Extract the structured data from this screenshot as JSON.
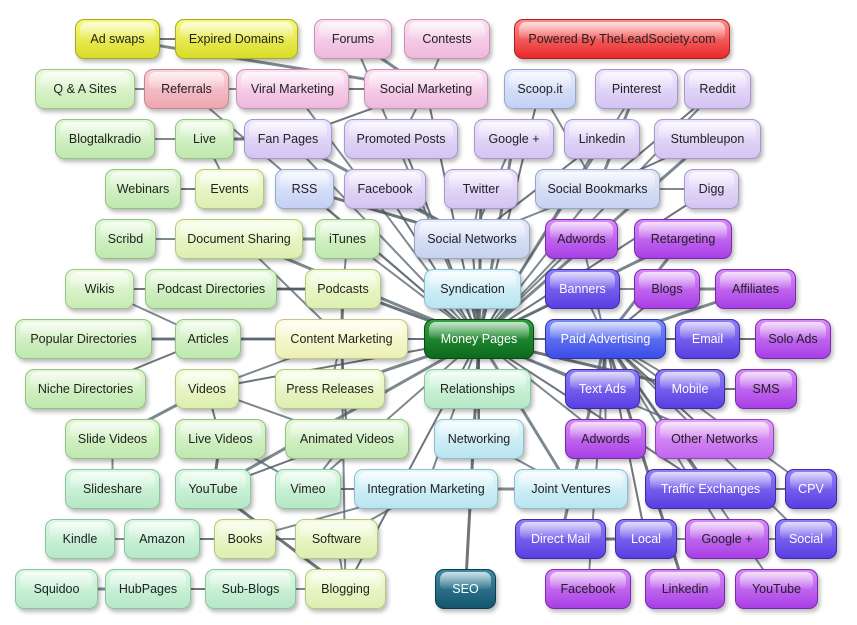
{
  "nodes": [
    {
      "id": "ad_swaps",
      "label": "Ad swaps"
    },
    {
      "id": "expired_domains",
      "label": "Expired Domains"
    },
    {
      "id": "forums",
      "label": "Forums"
    },
    {
      "id": "contests",
      "label": "Contests"
    },
    {
      "id": "powered_by",
      "label": "Powered By TheLeadSociety.com"
    },
    {
      "id": "qa_sites",
      "label": "Q & A Sites"
    },
    {
      "id": "referrals",
      "label": "Referrals"
    },
    {
      "id": "viral_marketing",
      "label": "Viral Marketing"
    },
    {
      "id": "social_marketing",
      "label": "Social Marketing"
    },
    {
      "id": "scoopit",
      "label": "Scoop.it"
    },
    {
      "id": "pinterest",
      "label": "Pinterest"
    },
    {
      "id": "reddit",
      "label": "Reddit"
    },
    {
      "id": "blogtalkradio",
      "label": "Blogtalkradio"
    },
    {
      "id": "live",
      "label": "Live"
    },
    {
      "id": "fan_pages",
      "label": "Fan Pages"
    },
    {
      "id": "promoted_posts",
      "label": "Promoted Posts"
    },
    {
      "id": "google_plus_top",
      "label": "Google +"
    },
    {
      "id": "linkedin_top",
      "label": "Linkedin"
    },
    {
      "id": "stumbleupon",
      "label": "Stumbleupon"
    },
    {
      "id": "webinars",
      "label": "Webinars"
    },
    {
      "id": "events",
      "label": "Events"
    },
    {
      "id": "rss",
      "label": "RSS"
    },
    {
      "id": "facebook_top",
      "label": "Facebook"
    },
    {
      "id": "twitter",
      "label": "Twitter"
    },
    {
      "id": "social_bookmarks",
      "label": "Social Bookmarks"
    },
    {
      "id": "digg",
      "label": "Digg"
    },
    {
      "id": "scribd",
      "label": "Scribd"
    },
    {
      "id": "document_sharing",
      "label": "Document Sharing"
    },
    {
      "id": "itunes",
      "label": "iTunes"
    },
    {
      "id": "social_networks",
      "label": "Social Networks"
    },
    {
      "id": "adwords_top",
      "label": "Adwords"
    },
    {
      "id": "retargeting",
      "label": "Retargeting"
    },
    {
      "id": "wikis",
      "label": "Wikis"
    },
    {
      "id": "podcast_directories",
      "label": "Podcast Directories"
    },
    {
      "id": "podcasts",
      "label": "Podcasts"
    },
    {
      "id": "syndication",
      "label": "Syndication"
    },
    {
      "id": "banners",
      "label": "Banners"
    },
    {
      "id": "blogs",
      "label": "Blogs"
    },
    {
      "id": "affiliates",
      "label": "Affiliates"
    },
    {
      "id": "popular_directories",
      "label": "Popular Directories"
    },
    {
      "id": "articles",
      "label": "Articles"
    },
    {
      "id": "content_marketing",
      "label": "Content Marketing"
    },
    {
      "id": "money_pages",
      "label": "Money Pages"
    },
    {
      "id": "paid_advertising",
      "label": "Paid Advertising"
    },
    {
      "id": "email",
      "label": "Email"
    },
    {
      "id": "solo_ads",
      "label": "Solo Ads"
    },
    {
      "id": "niche_directories",
      "label": "Niche Directories"
    },
    {
      "id": "videos",
      "label": "Videos"
    },
    {
      "id": "press_releases",
      "label": "Press Releases"
    },
    {
      "id": "relationships",
      "label": "Relationships"
    },
    {
      "id": "text_ads",
      "label": "Text Ads"
    },
    {
      "id": "mobile",
      "label": "Mobile"
    },
    {
      "id": "sms",
      "label": "SMS"
    },
    {
      "id": "slide_videos",
      "label": "Slide Videos"
    },
    {
      "id": "live_videos",
      "label": "Live Videos"
    },
    {
      "id": "animated_videos",
      "label": "Animated Videos"
    },
    {
      "id": "networking",
      "label": "Networking"
    },
    {
      "id": "adwords_bottom",
      "label": "Adwords"
    },
    {
      "id": "other_networks",
      "label": "Other Networks"
    },
    {
      "id": "slideshare",
      "label": "Slideshare"
    },
    {
      "id": "youtube_left",
      "label": "YouTube"
    },
    {
      "id": "vimeo",
      "label": "Vimeo"
    },
    {
      "id": "integration_marketing",
      "label": "Integration Marketing"
    },
    {
      "id": "joint_ventures",
      "label": "Joint Ventures"
    },
    {
      "id": "traffic_exchanges",
      "label": "Traffic Exchanges"
    },
    {
      "id": "cpv",
      "label": "CPV"
    },
    {
      "id": "kindle",
      "label": "Kindle"
    },
    {
      "id": "amazon",
      "label": "Amazon"
    },
    {
      "id": "books",
      "label": "Books"
    },
    {
      "id": "software",
      "label": "Software"
    },
    {
      "id": "direct_mail",
      "label": "Direct Mail"
    },
    {
      "id": "local",
      "label": "Local"
    },
    {
      "id": "google_plus_bottom",
      "label": "Google +"
    },
    {
      "id": "social_bottom",
      "label": "Social"
    },
    {
      "id": "squidoo",
      "label": "Squidoo"
    },
    {
      "id": "hubpages",
      "label": "HubPages"
    },
    {
      "id": "sub_blogs",
      "label": "Sub-Blogs"
    },
    {
      "id": "blogging",
      "label": "Blogging"
    },
    {
      "id": "seo",
      "label": "SEO"
    },
    {
      "id": "facebook_bottom",
      "label": "Facebook"
    },
    {
      "id": "linkedin_bottom",
      "label": "Linkedin"
    },
    {
      "id": "youtube_right",
      "label": "YouTube"
    }
  ],
  "edges": [
    [
      "money_pages",
      "seo"
    ],
    [
      "money_pages",
      "content_marketing"
    ],
    [
      "money_pages",
      "paid_advertising"
    ],
    [
      "money_pages",
      "social_networks"
    ],
    [
      "money_pages",
      "syndication"
    ],
    [
      "money_pages",
      "relationships"
    ],
    [
      "money_pages",
      "networking"
    ],
    [
      "money_pages",
      "integration_marketing"
    ],
    [
      "money_pages",
      "joint_ventures"
    ],
    [
      "money_pages",
      "social_marketing"
    ],
    [
      "money_pages",
      "viral_marketing"
    ],
    [
      "money_pages",
      "email"
    ],
    [
      "money_pages",
      "twitter"
    ],
    [
      "money_pages",
      "social_bookmarks"
    ],
    [
      "money_pages",
      "rss"
    ],
    [
      "money_pages",
      "facebook_top"
    ],
    [
      "money_pages",
      "google_plus_top"
    ],
    [
      "money_pages",
      "linkedin_top"
    ],
    [
      "money_pages",
      "scoopit"
    ],
    [
      "money_pages",
      "pinterest"
    ],
    [
      "money_pages",
      "stumbleupon"
    ],
    [
      "money_pages",
      "promoted_posts"
    ],
    [
      "money_pages",
      "fan_pages"
    ],
    [
      "money_pages",
      "itunes"
    ],
    [
      "money_pages",
      "podcasts"
    ],
    [
      "money_pages",
      "forums"
    ],
    [
      "money_pages",
      "referrals"
    ],
    [
      "money_pages",
      "videos"
    ],
    [
      "money_pages",
      "press_releases"
    ],
    [
      "money_pages",
      "articles"
    ],
    [
      "money_pages",
      "blogging"
    ],
    [
      "money_pages",
      "vimeo"
    ],
    [
      "money_pages",
      "youtube_left"
    ],
    [
      "money_pages",
      "traffic_exchanges"
    ],
    [
      "money_pages",
      "solo_ads"
    ],
    [
      "money_pages",
      "text_ads"
    ],
    [
      "money_pages",
      "mobile"
    ],
    [
      "money_pages",
      "adwords_bottom"
    ],
    [
      "money_pages",
      "other_networks"
    ],
    [
      "money_pages",
      "banners"
    ],
    [
      "money_pages",
      "retargeting"
    ],
    [
      "money_pages",
      "adwords_top"
    ],
    [
      "money_pages",
      "digg"
    ],
    [
      "money_pages",
      "reddit"
    ],
    [
      "money_pages",
      "document_sharing"
    ],
    [
      "content_marketing",
      "articles"
    ],
    [
      "content_marketing",
      "videos"
    ],
    [
      "content_marketing",
      "press_releases"
    ],
    [
      "content_marketing",
      "podcasts"
    ],
    [
      "content_marketing",
      "document_sharing"
    ],
    [
      "content_marketing",
      "blogging"
    ],
    [
      "content_marketing",
      "animated_videos"
    ],
    [
      "content_marketing",
      "popular_directories"
    ],
    [
      "articles",
      "popular_directories"
    ],
    [
      "articles",
      "niche_directories"
    ],
    [
      "articles",
      "wikis"
    ],
    [
      "videos",
      "slide_videos"
    ],
    [
      "videos",
      "live_videos"
    ],
    [
      "videos",
      "animated_videos"
    ],
    [
      "slide_videos",
      "slideshare"
    ],
    [
      "live_videos",
      "youtube_left"
    ],
    [
      "live_videos",
      "vimeo"
    ],
    [
      "animated_videos",
      "vimeo"
    ],
    [
      "animated_videos",
      "youtube_left"
    ],
    [
      "podcasts",
      "podcast_directories"
    ],
    [
      "podcasts",
      "itunes"
    ],
    [
      "podcasts",
      "wikis"
    ],
    [
      "document_sharing",
      "scribd"
    ],
    [
      "document_sharing",
      "itunes"
    ],
    [
      "events",
      "webinars"
    ],
    [
      "events",
      "live"
    ],
    [
      "live",
      "blogtalkradio"
    ],
    [
      "live",
      "fan_pages"
    ],
    [
      "qa_sites",
      "referrals"
    ],
    [
      "referrals",
      "viral_marketing"
    ],
    [
      "viral_marketing",
      "social_marketing"
    ],
    [
      "social_marketing",
      "forums"
    ],
    [
      "social_marketing",
      "contests"
    ],
    [
      "social_marketing",
      "fan_pages"
    ],
    [
      "social_marketing",
      "promoted_posts"
    ],
    [
      "social_marketing",
      "ad_swaps"
    ],
    [
      "ad_swaps",
      "expired_domains"
    ],
    [
      "social_networks",
      "facebook_top"
    ],
    [
      "social_networks",
      "twitter"
    ],
    [
      "social_networks",
      "rss"
    ],
    [
      "social_networks",
      "social_bookmarks"
    ],
    [
      "social_networks",
      "google_plus_top"
    ],
    [
      "social_networks",
      "linkedin_top"
    ],
    [
      "social_networks",
      "fan_pages"
    ],
    [
      "social_bookmarks",
      "digg"
    ],
    [
      "social_bookmarks",
      "stumbleupon"
    ],
    [
      "social_bookmarks",
      "scoopit"
    ],
    [
      "social_bookmarks",
      "pinterest"
    ],
    [
      "social_bookmarks",
      "reddit"
    ],
    [
      "paid_advertising",
      "email"
    ],
    [
      "paid_advertising",
      "banners"
    ],
    [
      "paid_advertising",
      "text_ads"
    ],
    [
      "paid_advertising",
      "mobile"
    ],
    [
      "paid_advertising",
      "adwords_bottom"
    ],
    [
      "paid_advertising",
      "other_networks"
    ],
    [
      "paid_advertising",
      "retargeting"
    ],
    [
      "paid_advertising",
      "adwords_top"
    ],
    [
      "paid_advertising",
      "traffic_exchanges"
    ],
    [
      "paid_advertising",
      "cpv"
    ],
    [
      "paid_advertising",
      "direct_mail"
    ],
    [
      "paid_advertising",
      "local"
    ],
    [
      "paid_advertising",
      "social_bottom"
    ],
    [
      "paid_advertising",
      "facebook_bottom"
    ],
    [
      "paid_advertising",
      "linkedin_bottom"
    ],
    [
      "paid_advertising",
      "youtube_right"
    ],
    [
      "paid_advertising",
      "google_plus_bottom"
    ],
    [
      "paid_advertising",
      "blogs"
    ],
    [
      "paid_advertising",
      "affiliates"
    ],
    [
      "email",
      "solo_ads"
    ],
    [
      "mobile",
      "sms"
    ],
    [
      "banners",
      "blogs"
    ],
    [
      "blogs",
      "affiliates"
    ],
    [
      "traffic_exchanges",
      "cpv"
    ],
    [
      "local",
      "google_plus_bottom"
    ],
    [
      "google_plus_bottom",
      "social_bottom"
    ],
    [
      "direct_mail",
      "local"
    ],
    [
      "integration_marketing",
      "software"
    ],
    [
      "integration_marketing",
      "books"
    ],
    [
      "integration_marketing",
      "vimeo"
    ],
    [
      "integration_marketing",
      "joint_ventures"
    ],
    [
      "kindle",
      "amazon"
    ],
    [
      "amazon",
      "books"
    ],
    [
      "books",
      "software"
    ],
    [
      "squidoo",
      "hubpages"
    ],
    [
      "hubpages",
      "sub_blogs"
    ],
    [
      "sub_blogs",
      "blogging"
    ],
    [
      "blogging",
      "software"
    ],
    [
      "blogging",
      "youtube_left"
    ],
    [
      "relationships",
      "networking"
    ],
    [
      "networking",
      "joint_ventures"
    ]
  ],
  "colors": {
    "edge": "#5d6b73",
    "edge_dark": "#4a545a"
  }
}
